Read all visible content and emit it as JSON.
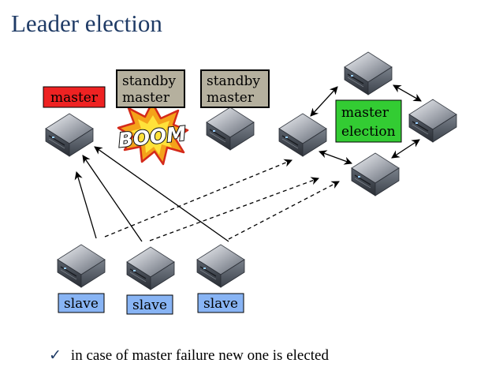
{
  "title": "Leader election",
  "labels": {
    "master": "master",
    "standby1_line1": "standby",
    "standby1_line2": "master",
    "standby2_line1": "standby",
    "standby2_line2": "master",
    "election_line1": "master",
    "election_line2": "election",
    "slave1": "slave",
    "slave2": "slave",
    "slave3": "slave"
  },
  "explosion_text": "BOOM",
  "bullet": {
    "mark": "✓",
    "text": "in case of master failure new one is elected"
  },
  "colors": {
    "master": "#ee2222",
    "standby": "#b5b09e",
    "election": "#33cc33",
    "slave": "#88b4f4",
    "title": "#1f3b66"
  }
}
